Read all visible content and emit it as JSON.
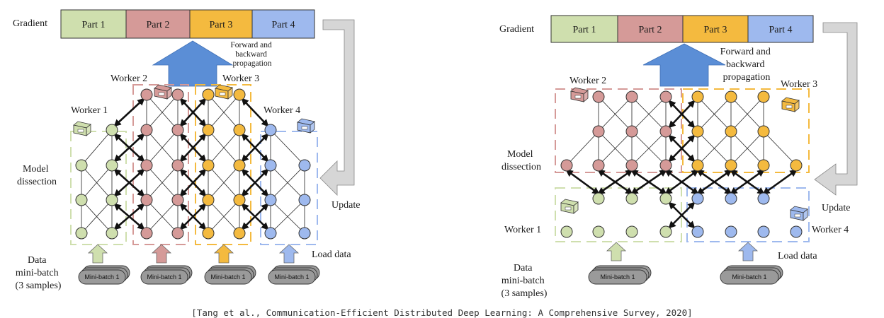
{
  "colors": {
    "green": "#cfdfae",
    "red": "#d59a98",
    "orange": "#f4ba3f",
    "blue": "#9eb9ee",
    "bigArrow": "#5b8ed6",
    "grey": "#d6d6d6",
    "minibatch": "#9a9a9a"
  },
  "left": {
    "gradient_label": "Gradient",
    "parts": [
      "Part 1",
      "Part 2",
      "Part 3",
      "Part 4"
    ],
    "propagation_text": [
      "Forward and",
      "backward",
      "propagation"
    ],
    "workers": [
      "Worker 1",
      "Worker 2",
      "Worker 3",
      "Worker 4"
    ],
    "model_label": [
      "Model",
      "dissection"
    ],
    "update_label": "Update",
    "load_label": "Load data",
    "data_label": [
      "Data",
      "mini-batch",
      "(3 samples)"
    ],
    "minibatch": "Mini-batch 1"
  },
  "right": {
    "gradient_label": "Gradient",
    "parts": [
      "Part 1",
      "Part 2",
      "Part 3",
      "Part 4"
    ],
    "propagation_text": [
      "Forward and",
      "backward",
      "propagation"
    ],
    "workers": [
      "Worker 1",
      "Worker 2",
      "Worker 3",
      "Worker 4"
    ],
    "model_label": [
      "Model",
      "dissection"
    ],
    "update_label": "Update",
    "load_label": "Load data",
    "data_label": [
      "Data",
      "mini-batch",
      "(3 samples)"
    ],
    "minibatch": "Mini-batch 1"
  },
  "caption": "[Tang et al., Communication-Efficient Distributed Deep Learning: A Comprehensive Survey, 2020]"
}
